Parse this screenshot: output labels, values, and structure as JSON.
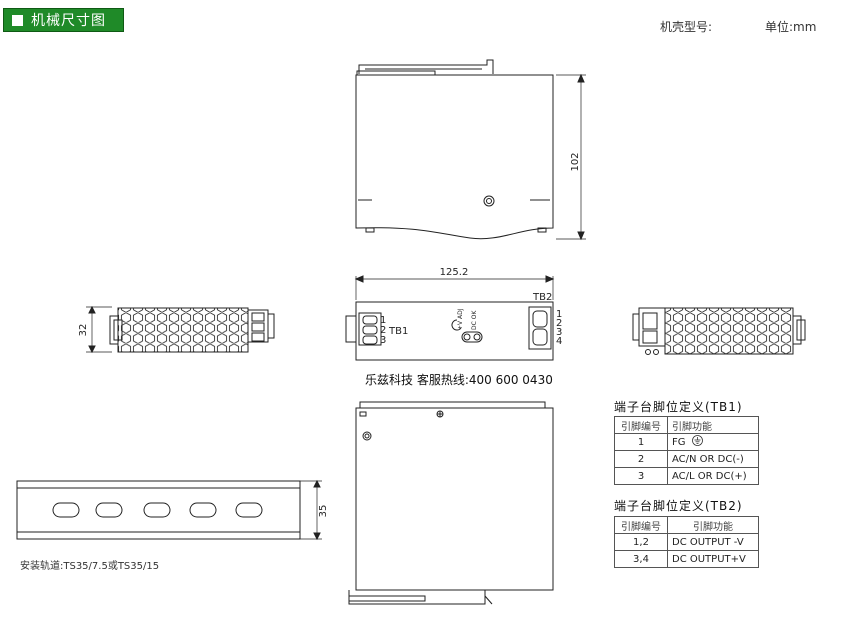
{
  "header": {
    "title": "机械尺寸图"
  },
  "case_model_label": "机壳型号:",
  "unit_label": "单位:mm",
  "dimensions": {
    "height": "102",
    "length": "125.2",
    "width": "32",
    "rail_height": "35"
  },
  "labels": {
    "tb1": "TB1",
    "tb2": "TB2",
    "vadj": "+V ADJ",
    "dc_ok": "DC OK"
  },
  "tb1_pin_numbers": [
    "1",
    "2",
    "3"
  ],
  "tb2_pin_numbers": [
    "1",
    "2",
    "3",
    "4"
  ],
  "hotline": "乐兹科技 客服热线:400 600 0430",
  "rail_note": "安装轨道:TS35/7.5或TS35/15",
  "tb1_table": {
    "title": "端子台脚位定义(TB1)",
    "headers": [
      "引脚编号",
      "引脚功能"
    ],
    "rows": [
      {
        "pin": "1",
        "func": "FG"
      },
      {
        "pin": "2",
        "func": "AC/N OR DC(-)"
      },
      {
        "pin": "3",
        "func": "AC/L OR DC(+)"
      }
    ]
  },
  "tb2_table": {
    "title": "端子台脚位定义(TB2)",
    "headers": [
      "引脚编号",
      "引脚功能"
    ],
    "rows": [
      {
        "pin": "1,2",
        "func": "DC OUTPUT -V"
      },
      {
        "pin": "3,4",
        "func": "DC OUTPUT+V"
      }
    ]
  }
}
